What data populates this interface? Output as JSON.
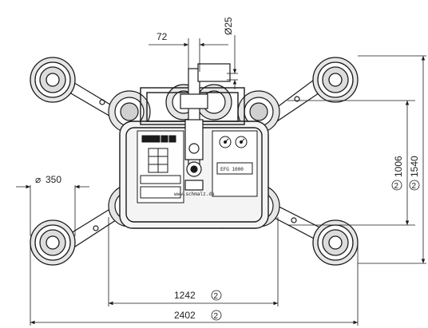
{
  "dimensions": {
    "shaft_gap": "72",
    "diameter_top": "Ø25",
    "diameter_pad": "350",
    "diameter_symbol": "⌀",
    "inner_width": "1242",
    "outer_width": "2402",
    "inner_height": "1006",
    "outer_height": "1540",
    "variant_mark": "2"
  },
  "panel": {
    "model_label": "EFG 1000",
    "brand_label": "www.schmalz.de"
  },
  "colors": {
    "line": "#1a1a1a",
    "pad_fill": "#e6e6e6",
    "pad_ring": "#9a9a9a",
    "body_fill": "#f4f4f4"
  }
}
